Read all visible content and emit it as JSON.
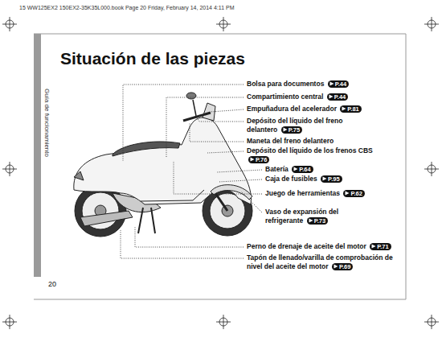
{
  "diagram": {
    "title": "Situación de las piezas",
    "labels": [
      "15 WW125EX2 150EX2-35K35L000.book Page 20 Friday, February 14, 2014 4:11 PM",
      "Guía de funcionamiento",
      "Bolsa para documentos",
      "P.44",
      "Compartimiento central",
      "P.44",
      "Empuñadura del acelerador",
      "P.81",
      "Depósito del líquido del freno delantero",
      "P.75",
      "Maneta del freno delantero",
      "Depósito del líquido de los frenos CBS",
      "P.76",
      "Batería",
      "P.64",
      "Caja de fusibles",
      "P.95",
      "Juego de herramientas",
      "P.62",
      "Vaso de expansión del refrigerante",
      "P.73",
      "Perno de drenaje de aceite del motor",
      "P.71",
      "Tapón de llenado/varilla de comprobación de nivel del aceite del motor",
      "P.69",
      "20"
    ]
  }
}
